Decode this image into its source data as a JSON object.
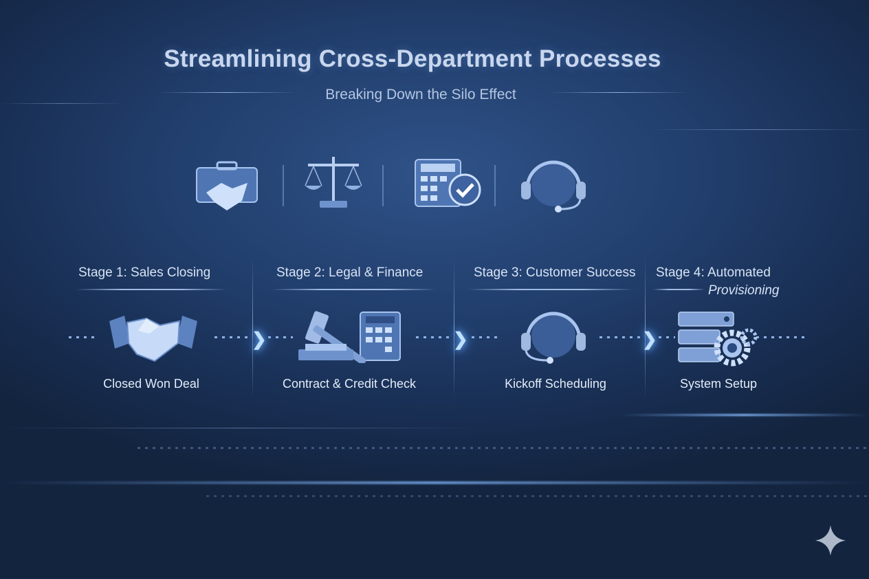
{
  "header": {
    "title": "Streamlining Cross-Department Processes",
    "subtitle": "Breaking Down the Silo Effect"
  },
  "top_icons": [
    "briefcase-handshake-icon",
    "scales-icon",
    "calculator-check-icon",
    "headset-icon"
  ],
  "stages": [
    {
      "heading": "Stage 1: Sales Closing",
      "label": "Closed Won Deal",
      "icon": "handshake-icon"
    },
    {
      "heading": "Stage 2: Legal & Finance",
      "label": "Contract & Credit Check",
      "icon": "gavel-calculator-icon"
    },
    {
      "heading": "Stage 3: Customer Success",
      "label": "Kickoff Scheduling",
      "icon": "headset-icon"
    },
    {
      "heading_line1": "Stage 4: Automated",
      "heading_line2": "Provisioning",
      "label": "System Setup",
      "icon": "server-gear-icon"
    }
  ],
  "colors": {
    "background": "#1c355f",
    "accent": "#7fb2f4",
    "text": "#dfe8f6"
  }
}
